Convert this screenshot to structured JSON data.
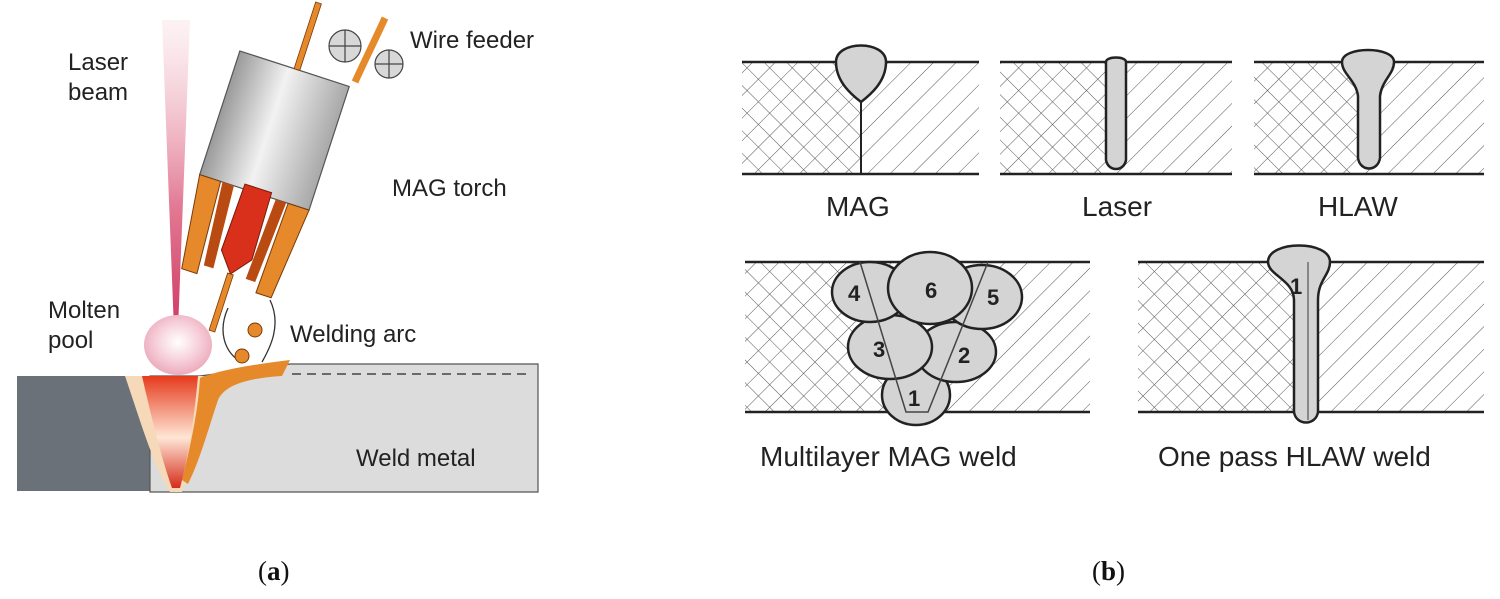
{
  "panel_a": {
    "labels": {
      "laser_beam_line1": "Laser",
      "laser_beam_line2": "beam",
      "wire_feeder": "Wire feeder",
      "mag_torch": "MAG torch",
      "molten_pool_line1": "Molten",
      "molten_pool_line2": "pool",
      "welding_arc": "Welding arc",
      "weld_metal": "Weld metal"
    },
    "caption": {
      "open": "(",
      "letter": "a",
      "close": ")"
    }
  },
  "panel_b": {
    "labels": {
      "mag": "MAG",
      "laser": "Laser",
      "hlaw": "HLAW",
      "multilayer": "Multilayer MAG weld",
      "one_pass": "One pass HLAW weld"
    },
    "bead_numbers": [
      "1",
      "2",
      "3",
      "4",
      "5",
      "6"
    ],
    "hlaw_bead_number": "1",
    "caption": {
      "open": "(",
      "letter": "b",
      "close": ")"
    }
  },
  "colors": {
    "orange": "#e6892a",
    "red": "#d8301a",
    "plate_dark": "#6b7178",
    "plate_light": "#dcdcdc",
    "bead_fill": "#d4d4d4",
    "laser_pink": "#e0607e"
  }
}
